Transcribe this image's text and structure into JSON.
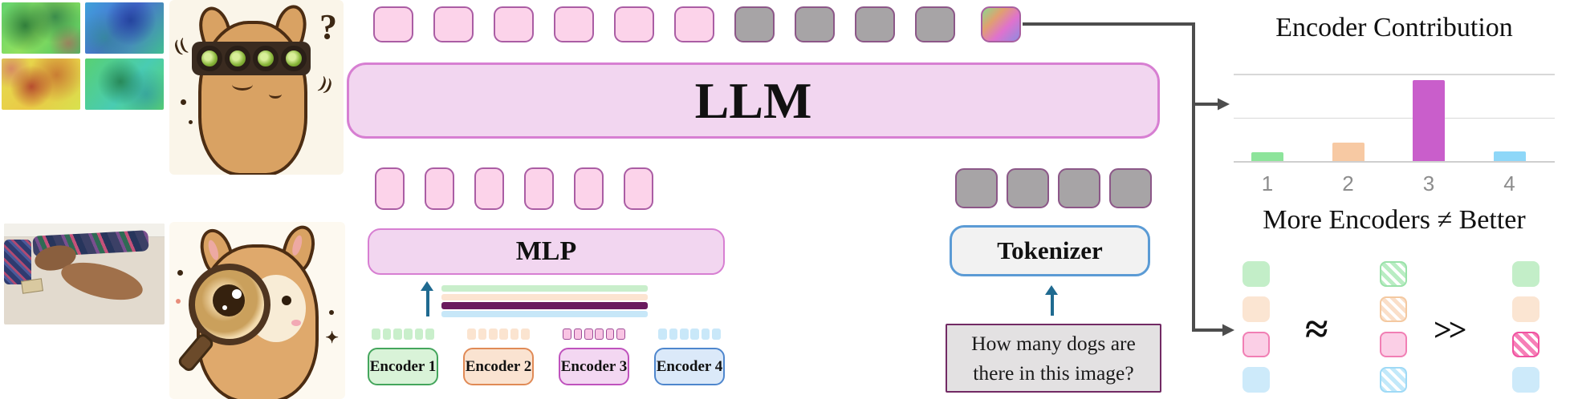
{
  "figure": {
    "left": {
      "feature_maps": [
        "green-heatmap",
        "blue-heatmap",
        "warm-heatmap",
        "teal-heatmap"
      ],
      "confused_llama": {
        "question_mark": "?"
      },
      "magnifier_llama": {
        "sparkle": "✦"
      }
    },
    "boxes": {
      "llm": "LLM",
      "mlp": "MLP",
      "tokenizer": "Tokenizer"
    },
    "tokens": {
      "top_row": [
        "pink",
        "pink",
        "pink",
        "pink",
        "pink",
        "pink",
        "gray",
        "gray",
        "gray",
        "gray"
      ],
      "output_token": "rainbow",
      "mlp_out_row": [
        "pink",
        "pink",
        "pink",
        "pink",
        "pink",
        "pink"
      ],
      "tokenizer_out_row": [
        "gray",
        "gray",
        "gray",
        "gray"
      ]
    },
    "fusion_stripes": [
      "green",
      "peach",
      "plum",
      "blue"
    ],
    "encoders": [
      {
        "label": "Encoder 1",
        "theme": "green",
        "mini_tokens": 6,
        "selected": false
      },
      {
        "label": "Encoder 2",
        "theme": "peach",
        "mini_tokens": 6,
        "selected": false
      },
      {
        "label": "Encoder 3",
        "theme": "pink",
        "mini_tokens": 6,
        "selected": true
      },
      {
        "label": "Encoder 4",
        "theme": "blue",
        "mini_tokens": 6,
        "selected": false
      }
    ],
    "question_box": {
      "lines": [
        "How many dogs are",
        "there in this image?"
      ]
    }
  },
  "chart_data": {
    "type": "bar",
    "title": "Encoder Contribution",
    "categories": [
      "1",
      "2",
      "3",
      "4"
    ],
    "values": [
      0.1,
      0.21,
      0.93,
      0.11
    ],
    "bar_colors": [
      "#8de49b",
      "#f7c9a3",
      "#c95ecb",
      "#8ed7f8"
    ],
    "xlabel": "",
    "ylabel": "",
    "ylim": [
      0,
      1
    ],
    "gridlines": [
      0,
      0.5,
      1
    ],
    "legend": "none"
  },
  "comparison": {
    "heading": "More Encoders ≠ Better",
    "approx_symbol": "≈",
    "much_greater_symbol": ">>",
    "columns": [
      {
        "name": "all-encoders",
        "cells": [
          {
            "c": "green",
            "hatched": false,
            "bordered": false
          },
          {
            "c": "peach",
            "hatched": false,
            "bordered": false
          },
          {
            "c": "pink",
            "hatched": false,
            "bordered": true
          },
          {
            "c": "blue",
            "hatched": false,
            "bordered": false
          }
        ]
      },
      {
        "name": "only-encoder-3",
        "cells": [
          {
            "c": "green",
            "hatched": true,
            "bordered": true
          },
          {
            "c": "peach",
            "hatched": true,
            "bordered": true
          },
          {
            "c": "pink",
            "hatched": false,
            "bordered": true
          },
          {
            "c": "blue",
            "hatched": true,
            "bordered": true
          }
        ]
      },
      {
        "name": "without-encoder-3",
        "cells": [
          {
            "c": "green",
            "hatched": false,
            "bordered": false
          },
          {
            "c": "peach",
            "hatched": false,
            "bordered": false
          },
          {
            "c": "pink",
            "hatched": true,
            "bordered": true,
            "strong": true
          },
          {
            "c": "blue",
            "hatched": false,
            "bordered": false
          }
        ]
      }
    ]
  },
  "connector_color": "#4d4d4d"
}
